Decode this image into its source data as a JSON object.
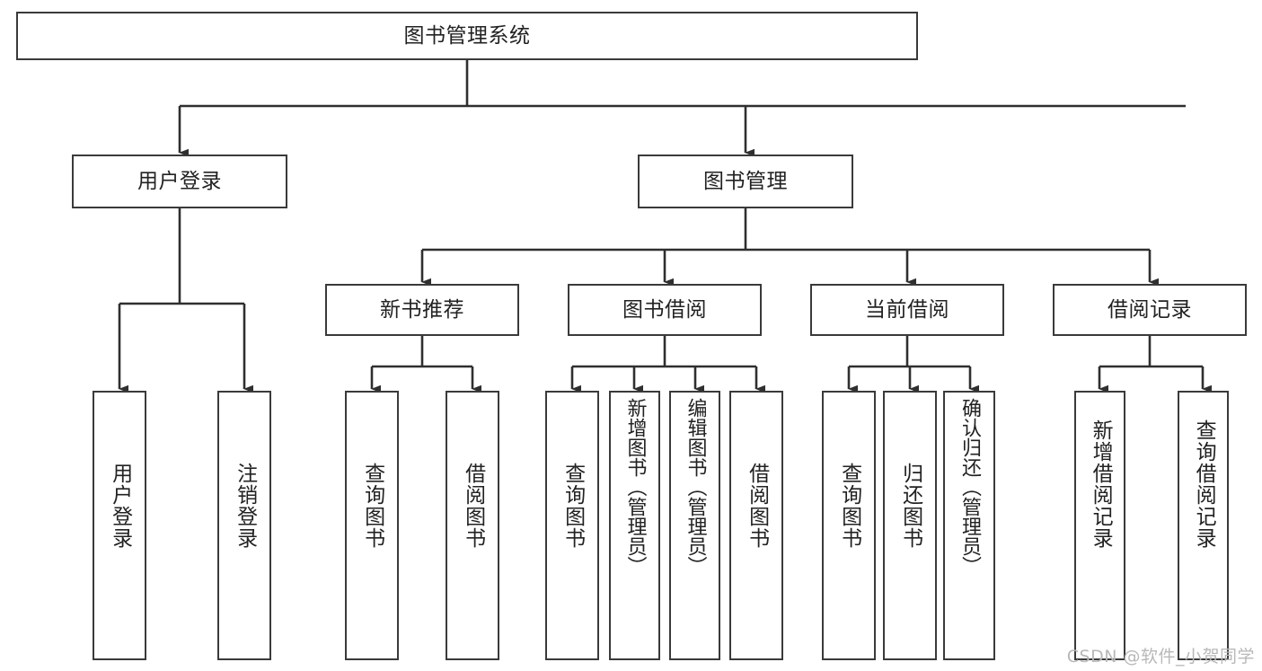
{
  "diagram": {
    "title": "图书管理系统",
    "watermark": "CSDN @软件_小贺同学",
    "stroke_color": "#3a3a3a",
    "text_color": "#222222",
    "background": "#ffffff",
    "nodes": {
      "root": {
        "label": "图书管理系统"
      },
      "level1": [
        {
          "label": "用户登录"
        },
        {
          "label": "图书管理"
        }
      ],
      "level2": [
        {
          "label": "新书推荐"
        },
        {
          "label": "图书借阅"
        },
        {
          "label": "当前借阅"
        },
        {
          "label": "借阅记录"
        }
      ],
      "leaves": {
        "user_login": [
          {
            "label": "用户登录"
          },
          {
            "label": "注销登录"
          }
        ],
        "new_book": [
          {
            "label": "查询图书"
          },
          {
            "label": "借阅图书"
          }
        ],
        "book_borrow": [
          {
            "label": "查询图书"
          },
          {
            "label": "新增图书（管理员）"
          },
          {
            "label": "编辑图书（管理员）"
          },
          {
            "label": "借阅图书"
          }
        ],
        "current_borrow": [
          {
            "label": "查询图书"
          },
          {
            "label": "归还图书"
          },
          {
            "label": "确认归还（管理员）"
          }
        ],
        "borrow_record": [
          {
            "label": "新增借阅记录"
          },
          {
            "label": "查询借阅记录"
          }
        ]
      }
    }
  }
}
